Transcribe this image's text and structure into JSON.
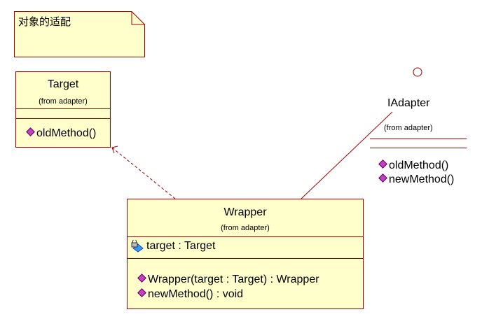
{
  "note": {
    "text": "对象的适配"
  },
  "target_class": {
    "name": "Target",
    "package": "(from adapter)",
    "operations": [
      "oldMethod()"
    ]
  },
  "iadapter_interface": {
    "name": "IAdapter",
    "package": "(from adapter)",
    "operations": [
      "oldMethod()",
      "newMethod()"
    ]
  },
  "wrapper_class": {
    "name": "Wrapper",
    "package": "(from adapter)",
    "attributes": [
      "target : Target"
    ],
    "operations": [
      "Wrapper(target : Target) : Wrapper",
      "newMethod() : void"
    ]
  },
  "colors": {
    "box_fill": "#ffffcc",
    "box_border": "#990000",
    "operation_icon": "#c040c0",
    "attribute_icon": "#3399ff"
  }
}
